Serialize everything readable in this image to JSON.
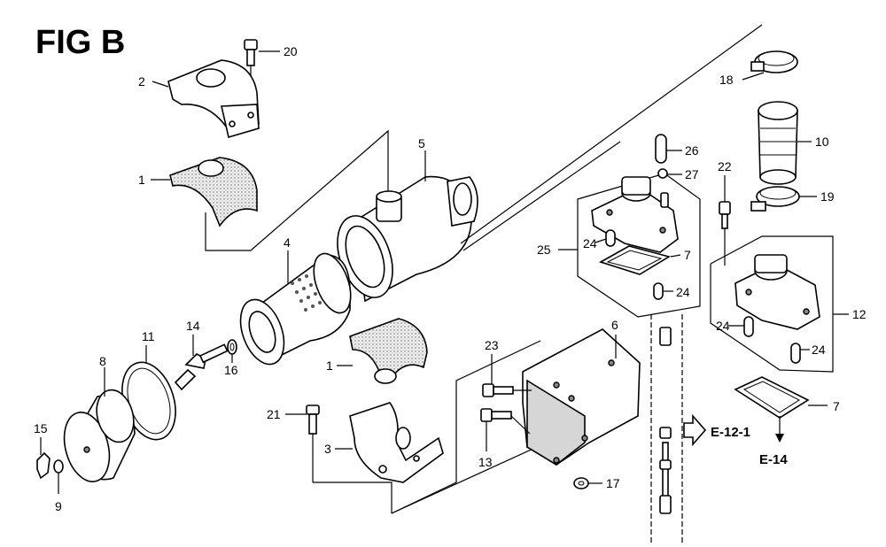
{
  "figure": {
    "title": "FIG B"
  },
  "callouts": {
    "c1a": "1",
    "c1b": "1",
    "c2": "2",
    "c3": "3",
    "c4": "4",
    "c5": "5",
    "c6": "6",
    "c7a": "7",
    "c7b": "7",
    "c8": "8",
    "c9": "9",
    "c10": "10",
    "c11": "11",
    "c12": "12",
    "c13": "13",
    "c14": "14",
    "c15": "15",
    "c16": "16",
    "c17": "17",
    "c18": "18",
    "c19": "19",
    "c20": "20",
    "c21": "21",
    "c22": "22",
    "c23": "23",
    "c24a": "24",
    "c24b": "24",
    "c24c": "24",
    "c24d": "24",
    "c25": "25",
    "c26": "26",
    "c27": "27"
  },
  "references": {
    "e12_1": "E-12-1",
    "e14": "E-14"
  }
}
